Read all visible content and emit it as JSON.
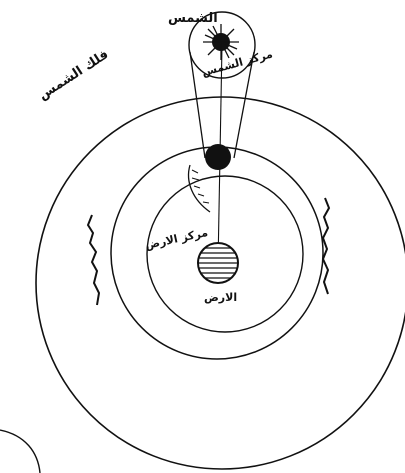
{
  "diagram": {
    "labels": {
      "sun": "الشمس",
      "sun_center": "مركز الشمس",
      "sun_sphere": "فلك الشمس",
      "earth": "الارض",
      "earth_center": "مركز الارض"
    },
    "colors": {
      "ink": "#111111",
      "background": "#ffffff"
    }
  }
}
